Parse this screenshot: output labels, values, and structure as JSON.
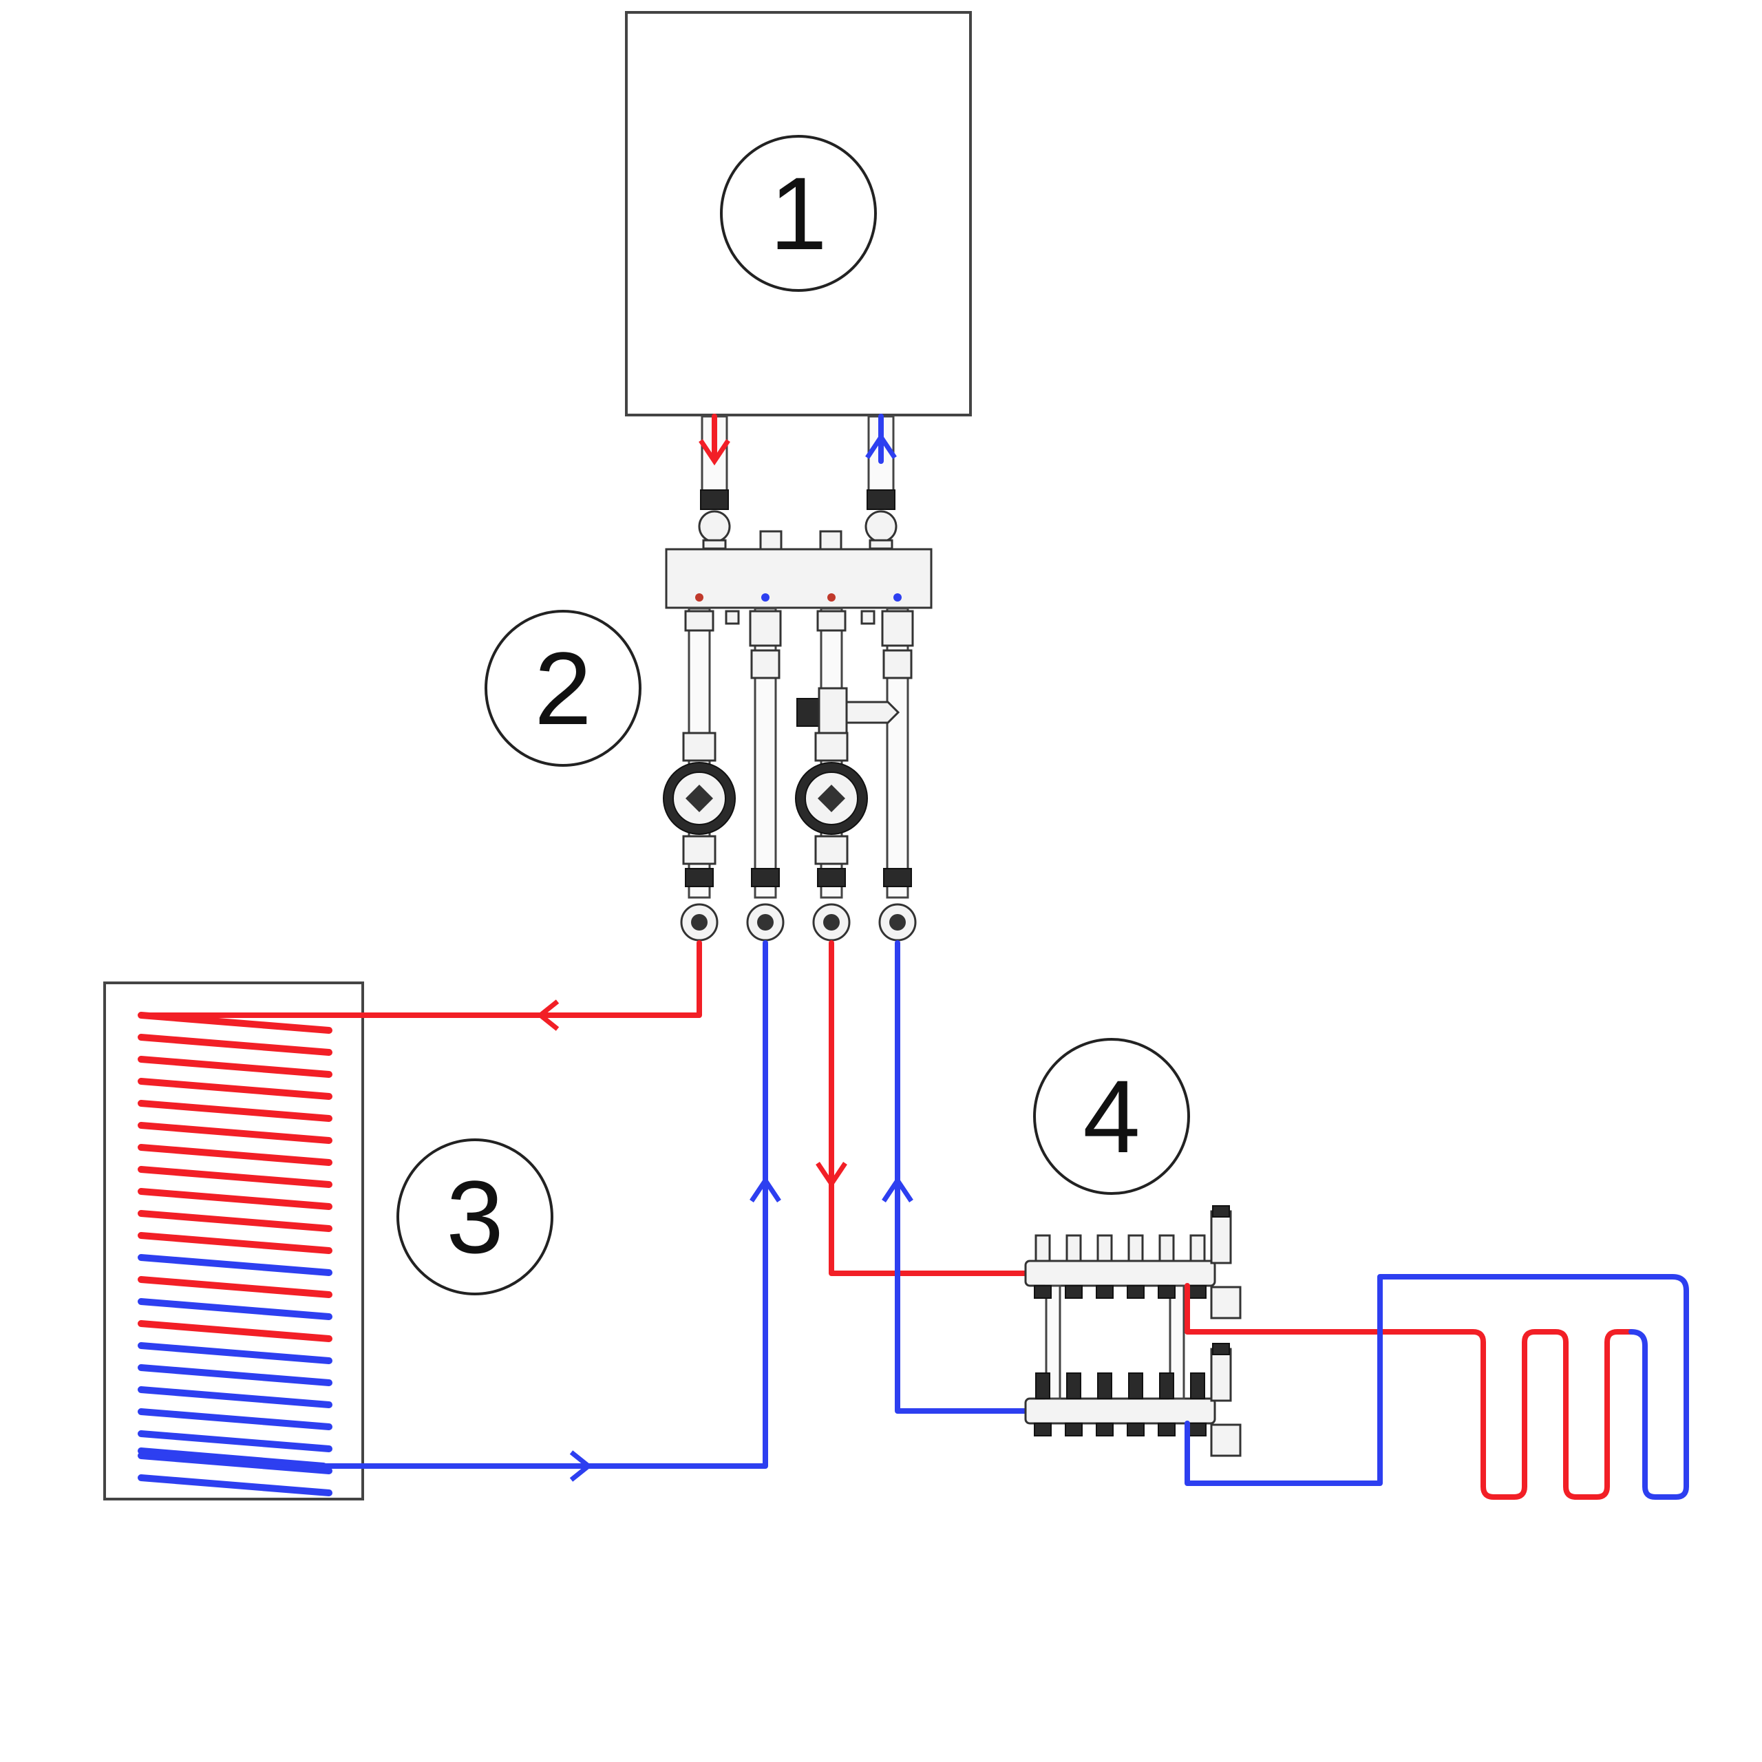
{
  "labels": {
    "boiler": "1",
    "hydraulic_group": "2",
    "storage_tank": "3",
    "floor_manifold": "4"
  },
  "colors": {
    "supply_hot": "#f21f26",
    "return_cold": "#2d3ff0",
    "outline": "#444444"
  }
}
